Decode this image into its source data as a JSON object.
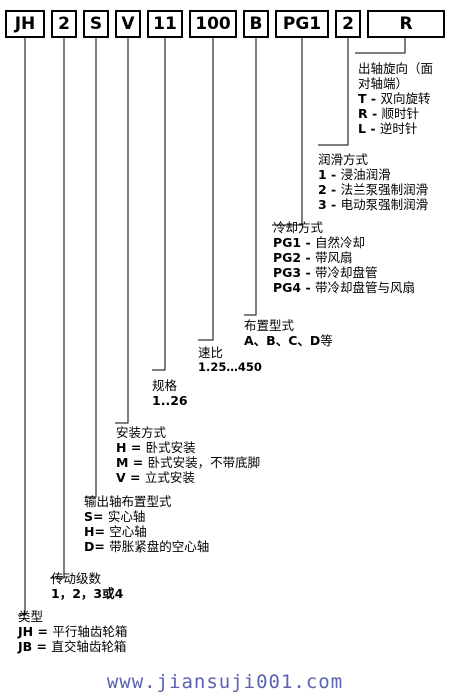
{
  "code_boxes": [
    "JH",
    "2",
    "S",
    "V",
    "11",
    "100",
    "B",
    "PG1",
    "2",
    "R"
  ],
  "labels": {
    "rotation": {
      "title": "出轴旋向（面对轴端）",
      "title_line1": "出轴旋向（面",
      "title_line2": "对轴端）",
      "rows": [
        {
          "code": "T",
          "sep": " - ",
          "text": "双向旋转"
        },
        {
          "code": "R",
          "sep": " - ",
          "text": "顺时针"
        },
        {
          "code": "L",
          "sep": " - ",
          "text": "逆时针"
        }
      ]
    },
    "lubrication": {
      "title": "润滑方式",
      "rows": [
        {
          "code": "1",
          "sep": " - ",
          "text": "浸油润滑"
        },
        {
          "code": "2",
          "sep": " - ",
          "text": "法兰泵强制润滑"
        },
        {
          "code": "3",
          "sep": " - ",
          "text": "电动泵强制润滑"
        }
      ]
    },
    "cooling": {
      "title": "冷却方式",
      "rows": [
        {
          "code": "PG1",
          "sep": " - ",
          "text": "自然冷却"
        },
        {
          "code": "PG2",
          "sep": " - ",
          "text": "带风扇"
        },
        {
          "code": "PG3",
          "sep": " - ",
          "text": "带冷却盘管"
        },
        {
          "code": "PG4",
          "sep": " - ",
          "text": "带冷却盘管与风扇"
        }
      ]
    },
    "arrangement": {
      "title": "布置型式",
      "values_bold": "A、B、C、D",
      "values_suffix": "等"
    },
    "ratio": {
      "title": "速比",
      "values": "1.25…450"
    },
    "size": {
      "title": "规格",
      "values": "1..26"
    },
    "mounting": {
      "title": "安装方式",
      "rows": [
        {
          "code": "H",
          "sep": " = ",
          "text": "卧式安装"
        },
        {
          "code": "M",
          "sep": " = ",
          "text": "卧式安装，不带底脚"
        },
        {
          "code": "V",
          "sep": " = ",
          "text": "立式安装"
        }
      ]
    },
    "output_shaft": {
      "title": "输出轴布置型式",
      "rows": [
        {
          "code": "S",
          "sep": "= ",
          "text": "实心轴"
        },
        {
          "code": "H",
          "sep": "= ",
          "text": "空心轴"
        },
        {
          "code": "D",
          "sep": "= ",
          "text": "带胀紧盘的空心轴"
        }
      ]
    },
    "stages": {
      "title": "传动级数",
      "values": "1，2，3或4"
    },
    "type": {
      "title": "类型",
      "rows": [
        {
          "code": "JH",
          "sep": " = ",
          "text": "平行轴齿轮箱"
        },
        {
          "code": "JB",
          "sep": " = ",
          "text": "直交轴齿轮箱"
        }
      ]
    }
  },
  "watermark": "www.jiansuji001.com",
  "colors": {
    "line": "#000000",
    "watermark": "#5b63b0"
  }
}
